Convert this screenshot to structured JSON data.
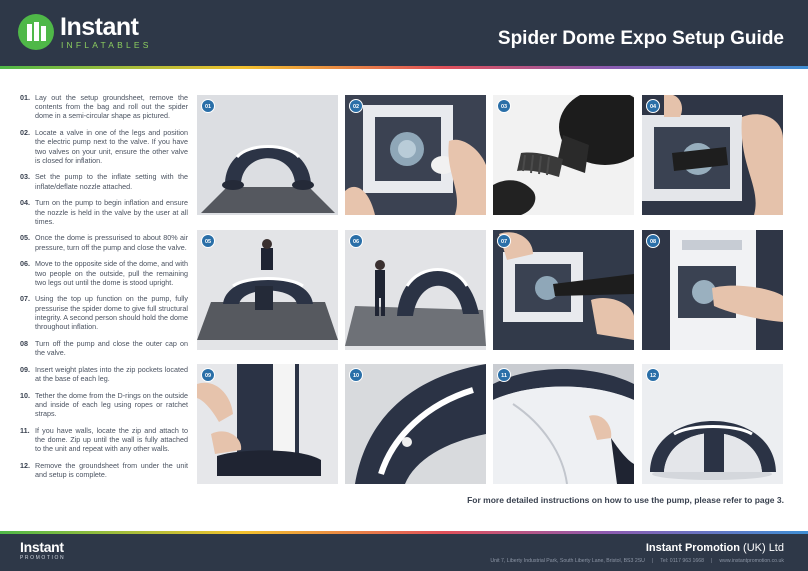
{
  "header": {
    "logo_word": "Instant",
    "logo_sub": "INFLATABLES",
    "title": "Spider Dome Expo Setup Guide"
  },
  "steps": [
    {
      "num": "01.",
      "text": "Lay out the setup groundsheet, remove the contents from the bag and roll out the spider dome in a semi-circular shape as pictured."
    },
    {
      "num": "02.",
      "text": "Locate a valve in one of the legs and position the electric pump next to the valve. If you have two valves on your unit, ensure the other valve is closed for inflation."
    },
    {
      "num": "03.",
      "text": "Set the pump to the inflate setting with the inflate/deflate nozzle attached."
    },
    {
      "num": "04.",
      "text": "Turn on the pump to begin inflation and ensure the nozzle is held in the valve by the user at all times."
    },
    {
      "num": "05.",
      "text": "Once the dome is pressurised to about 80% air pressure, turn off the pump and close the valve."
    },
    {
      "num": "06.",
      "text": "Move to the opposite side of the dome, and with two people on the outside, pull the remaining two legs out until the dome is stood upright."
    },
    {
      "num": "07.",
      "text": "Using the top up function on the pump, fully pressurise the spider dome to give full structural integrity. A second person should hold the dome throughout inflation."
    },
    {
      "num": "08",
      "text": "Turn off the pump and close the outer cap on the valve."
    },
    {
      "num": "09.",
      "text": "Insert weight plates into the zip pockets located at the base of each leg."
    },
    {
      "num": "10.",
      "text": "Tether the dome from the D-rings on the outside and inside of each leg using ropes or ratchet straps."
    },
    {
      "num": "11.",
      "text": "If you have walls, locate the zip and attach to the dome. Zip up until the wall is fully attached to the unit and repeat with any other walls."
    },
    {
      "num": "12.",
      "text": "Remove the groundsheet from under the unit and setup is complete."
    }
  ],
  "photos": [
    {
      "badge": "01"
    },
    {
      "badge": "02"
    },
    {
      "badge": "03"
    },
    {
      "badge": "04"
    },
    {
      "badge": "05"
    },
    {
      "badge": "06"
    },
    {
      "badge": "07"
    },
    {
      "badge": "08"
    },
    {
      "badge": "09"
    },
    {
      "badge": "10"
    },
    {
      "badge": "11"
    },
    {
      "badge": "12"
    }
  ],
  "note": "For more detailed instructions on how to use the pump, please refer to page 3.",
  "footer": {
    "logo_word": "Instant",
    "logo_sub": "PROMOTION",
    "company_name": "Instant Promotion",
    "company_suffix": "(UK) Ltd",
    "address": "Unit 7, Liberty Industrial Park, South Liberty Lane, Bristol, BS3 2SU",
    "sep": "|",
    "tel": "Tel: 0117 963 1668",
    "web": "www.instantpromotion.co.uk"
  },
  "colors": {
    "header_bg": "#2e3848",
    "brand_green": "#4fb848",
    "badge_blue": "#2a6fa8"
  }
}
